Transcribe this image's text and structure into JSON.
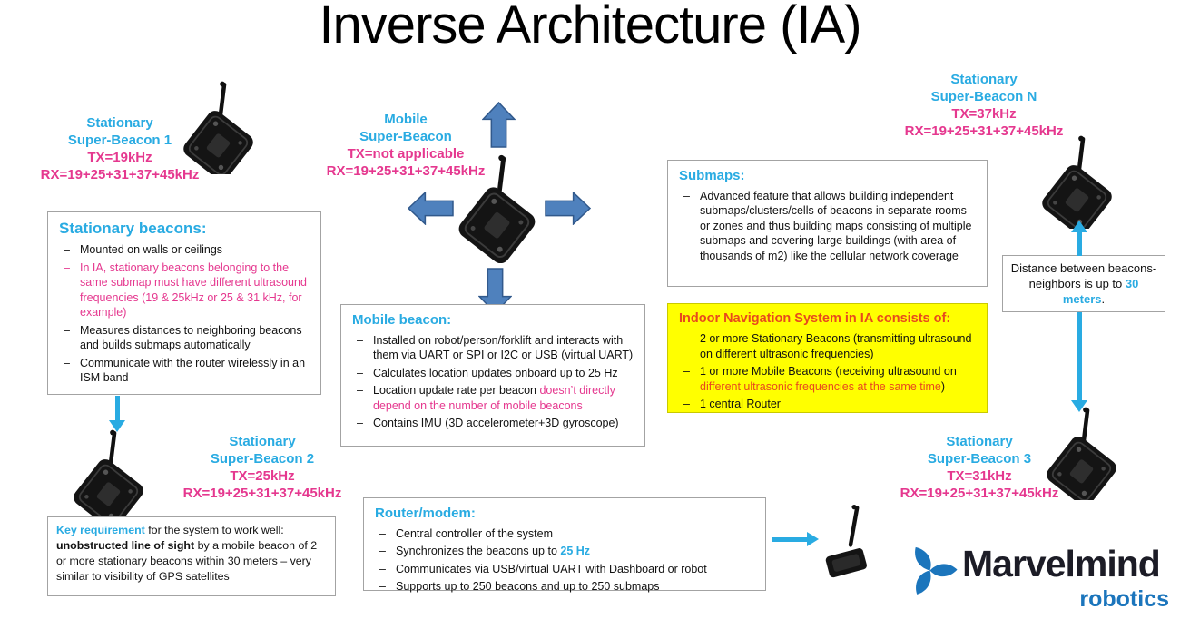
{
  "title": "Inverse Architecture (IA)",
  "colors": {
    "cyan": "#29abe2",
    "pink": "#e5388f",
    "orange_red": "#e8491d",
    "highlight_yellow": "#ffff00",
    "arrow_blue": "#4f81bd",
    "logo_blue": "#1b75bc"
  },
  "beacons": {
    "sb1": {
      "name1": "Stationary",
      "name2": "Super-Beacon 1",
      "tx": "TX=19kHz",
      "rx": "RX=19+25+31+37+45kHz"
    },
    "mobile": {
      "name1": "Mobile",
      "name2": "Super-Beacon",
      "tx": "TX=not applicable",
      "rx": "RX=19+25+31+37+45kHz"
    },
    "sbn": {
      "name1": "Stationary",
      "name2": "Super-Beacon N",
      "tx": "TX=37kHz",
      "rx": "RX=19+25+31+37+45kHz"
    },
    "sb2": {
      "name1": "Stationary",
      "name2": "Super-Beacon 2",
      "tx": "TX=25kHz",
      "rx": "RX=19+25+31+37+45kHz"
    },
    "sb3": {
      "name1": "Stationary",
      "name2": "Super-Beacon 3",
      "tx": "TX=31kHz",
      "rx": "RX=19+25+31+37+45kHz"
    }
  },
  "stationary_box": {
    "title": "Stationary beacons:",
    "item1": "Mounted on walls or ceilings",
    "item2": "In IA, stationary beacons belonging to the same submap must have different ultrasound frequencies (19 & 25kHz or 25 & 31 kHz, for example)",
    "item3": "Measures distances to neighboring beacons and builds submaps automatically",
    "item4": "Communicate with the router wirelessly in an ISM band"
  },
  "mobile_box": {
    "title": "Mobile beacon:",
    "item1": "Installed on robot/person/forklift and interacts with them via UART or SPI or I2C or USB (virtual UART)",
    "item2": "Calculates location updates onboard up to 25 Hz",
    "item3_black": "Location update rate per beacon ",
    "item3_pink": "doesn’t directly depend on the number of mobile beacons",
    "item4": "Contains IMU (3D accelerometer+3D gyroscope)"
  },
  "submaps_box": {
    "title": "Submaps:",
    "item1": "Advanced feature that allows building independent submaps/clusters/cells of beacons in separate rooms or zones and thus building maps consisting of multiple submaps and covering large buildings (with area of thousands of m2) like the cellular network coverage"
  },
  "indoor_box": {
    "title": "Indoor Navigation System in IA consists of:",
    "item1": "2 or more Stationary Beacons (transmitting ultrasound on different ultrasonic frequencies)",
    "item2_black": "1 or more Mobile Beacons (receiving ultrasound on ",
    "item2_colored": "different ultrasonic frequencies at the same time",
    "item2_close": ")",
    "item3": "1 central Router"
  },
  "distance_box": {
    "text_before": "Distance between beacons-neighbors is up to ",
    "highlight": "30 meters",
    "text_after": "."
  },
  "router_box": {
    "title": "Router/modem:",
    "item1": "Central controller of the system",
    "item2_black": "Synchronizes the beacons up to ",
    "item2_cyan": "25 Hz",
    "item3": "Communicates via USB/virtual UART with Dashboard or robot",
    "item4": "Supports up to 250 beacons and up to 250 submaps"
  },
  "key_box": {
    "seg1_cyan": "Key requirement",
    "seg2": " for the system to work well: ",
    "seg3_bold": "unobstructed line of sight",
    "seg4": " by a mobile beacon of 2 or more stationary beacons within 30 meters – very similar to visibility of GPS satellites"
  },
  "logo": {
    "brand": "Marvelmind",
    "sub": "robotics"
  },
  "icons": {
    "beacon": "beacon-device-icon",
    "router": "router-device-icon",
    "block_arrow": "direction-arrow-icon",
    "logo_mark": "marvelmind-logo-icon"
  }
}
